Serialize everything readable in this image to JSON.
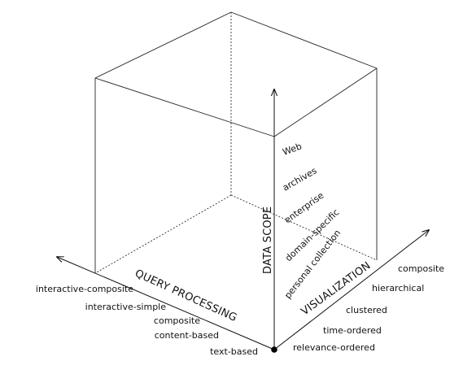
{
  "axes": {
    "query_processing": {
      "title": "QUERY PROCESSING",
      "levels": [
        "text-based",
        "content-based",
        "composite",
        "interactive-simple",
        "interactive-composite"
      ]
    },
    "visualization": {
      "title": "VISUALIZATION",
      "levels": [
        "relevance-ordered",
        "time-ordered",
        "clustered",
        "hierarchical",
        "composite"
      ]
    },
    "data_scope": {
      "title": "DATA SCOPE",
      "levels": [
        "personal collection",
        "domain-specific",
        "enterprise",
        "archives",
        "Web"
      ]
    }
  }
}
